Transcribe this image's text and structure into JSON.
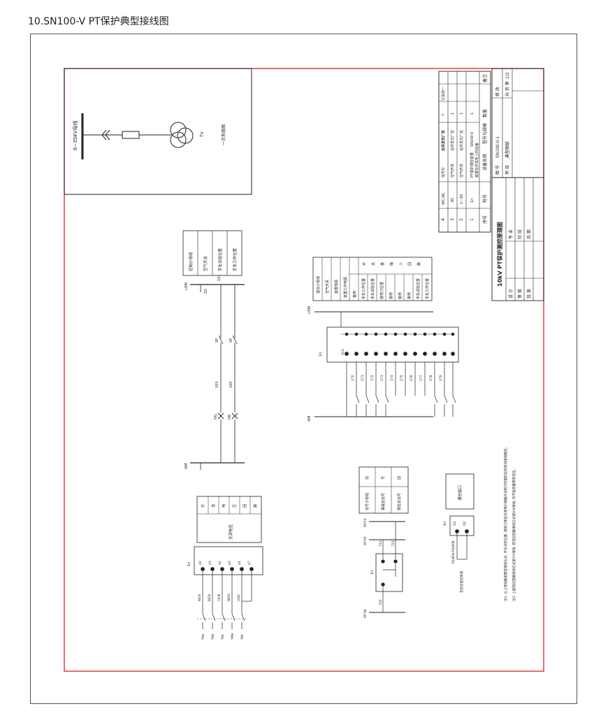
{
  "page": {
    "title": "10.SN100-V PT保护典型接线图"
  },
  "colors": {
    "frame_red": "#d9333c",
    "line": "#222222",
    "outer_frame": "#555555"
  },
  "single_line": {
    "bus_label": "6~35KV母线",
    "tv_label": "TV",
    "tv_note": "一次系统图"
  },
  "equipment_table": {
    "rows": [
      {
        "no": "4",
        "code": "WC,WL",
        "name": "信号灯",
        "model": "合并发光厂定",
        "qty": "7",
        "note": "订货前一"
      },
      {
        "no": "3",
        "code": "3D",
        "name": "空气开关",
        "model": "合并发光厂定",
        "qty": "1",
        "note": ""
      },
      {
        "no": "2",
        "code": "1~3D",
        "name": "空气开关",
        "model": "合并发光厂定",
        "qty": "1",
        "note": ""
      },
      {
        "no": "1",
        "code": "1n",
        "name": "PT保护测控装置",
        "model": "SN100-V",
        "qty": "1",
        "note": ""
      }
    ],
    "header": {
      "no": "序号",
      "code": "符号",
      "name": "设备名称",
      "model": "型号与规格",
      "qty": "数量",
      "note": "备注"
    },
    "installed_note": "装置在开关柜上的设备"
  },
  "title_block": {
    "drawing_name": "10kV PT保护测控原理图",
    "drawing_no_label": "图 号",
    "drawing_no": "SN100-V-1",
    "project_label": "项 目",
    "project": "典型图纸",
    "rev_label": "修 改",
    "rev": "",
    "sheet_label": "共 页 第",
    "sheet": "1/2",
    "roles": [
      "设 计",
      "审 核",
      "批 准"
    ],
    "roles2": [
      "专 业",
      "阶 段",
      "日 期"
    ]
  },
  "control_circuit": {
    "headers": [
      "控制小母线",
      "空气开关",
      "手车试验位置",
      "手车工作位置"
    ],
    "plus_bus": "+KM",
    "minus_bus": "-KM",
    "labels": [
      "1D",
      "101",
      "SP",
      "SP",
      "103",
      "105",
      "HG",
      "HR"
    ]
  },
  "remote_signal": {
    "headers": [
      "遥信小母线",
      "空气开关",
      "装置电源",
      "装置工作电源",
      "备用",
      "手车工作位置",
      "手车试验位置",
      "接地刀位置",
      "备用",
      "备用",
      "备用",
      "手车试验位置",
      "手车工作位置"
    ],
    "tags": [
      "开",
      "关",
      "量",
      "输",
      "入",
      "回",
      "路"
    ],
    "plus_bus": "+KM",
    "minus_bus": "-KM",
    "device": "1n",
    "terminals": [
      "101",
      "170",
      "171",
      "172",
      "173",
      "174",
      "175",
      "176",
      "177",
      "178",
      "179"
    ]
  },
  "alarm_circuit": {
    "headers": [
      "信号小母线",
      "事故总信号",
      "预告总信号"
    ],
    "tags": [
      "信",
      "号",
      "回",
      "路"
    ],
    "buses": [
      "M703",
      "M709",
      "M716"
    ],
    "device": "1n",
    "labels": [
      "721",
      "723",
      "725"
    ]
  },
  "comm": {
    "header": "通信接口",
    "device": "1n",
    "pins": [
      "Q1",
      "Q2"
    ],
    "cable": "RS485A RS485B",
    "note": "至后台监控系统"
  },
  "voltage_circuit": {
    "headers": [
      "交",
      "流",
      "电",
      "压",
      "回",
      "路"
    ],
    "box": "交流电压",
    "device": "1n",
    "pins": [
      "40",
      "41",
      "42",
      "43",
      "44",
      "47"
    ],
    "phases": [
      "A630",
      "B630",
      "C630",
      "N600",
      "L630"
    ],
    "buses": [
      "YMa",
      "YMb",
      "YMc",
      "YMN",
      "YML"
    ]
  },
  "notes": {
    "note1": "注1. 以上接线图是典型接线方式, 手车试验位置, 接地刀等信号请用户根据开关柜内所配的实际情况接线确定。",
    "note2": "注2. 上图电压回路接线方式是Y/Y接线, 若电压回路接线方式是V/V接线, 则不能测量零序电压。"
  }
}
